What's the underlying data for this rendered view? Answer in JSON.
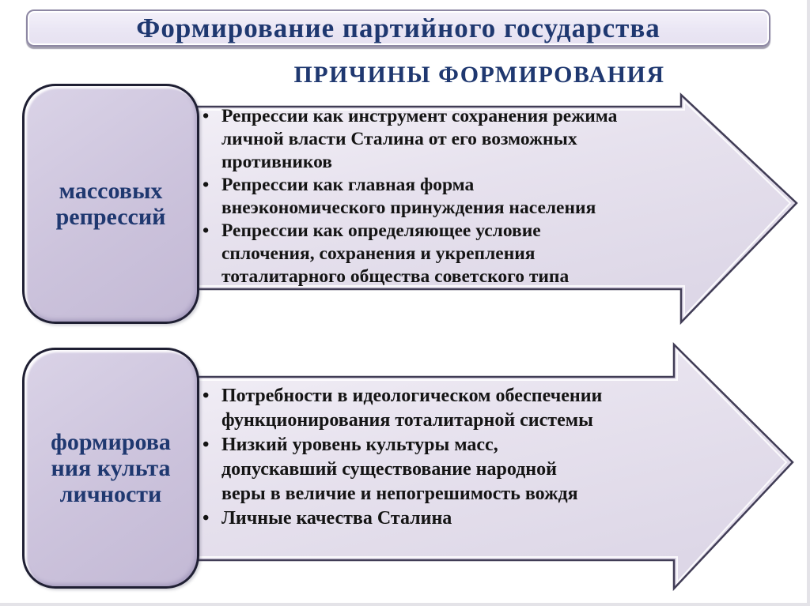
{
  "slide": {
    "title": "Формирование партийного государства",
    "section_heading": "ПРИЧИНЫ ФОРМИРОВАНИЯ"
  },
  "colors": {
    "navy_text": "#1f3870",
    "body_text": "#141414",
    "box_fill": "#ccc3dc",
    "arrow_fill": "#e6e1ed",
    "title_bar_fill": "#eae6f4",
    "outline_dark": "#403c55",
    "background": "#ffffff"
  },
  "rows": [
    {
      "label_lines": [
        "массовых",
        "репрессий"
      ],
      "bullets": [
        {
          "lines": [
            "Репрессии как инструмент сохранения режима",
            "личной власти Сталина от его возможных",
            "противников"
          ]
        },
        {
          "lines": [
            "Репрессии как главная форма",
            "внеэкономического принуждения населения"
          ]
        },
        {
          "lines": [
            "Репрессии как определяющее условие",
            "сплочения, сохранения и укрепления",
            "тоталитарного общества советского типа"
          ]
        }
      ]
    },
    {
      "label_lines": [
        "формирова",
        "ния культа",
        "личности"
      ],
      "bullets": [
        {
          "lines": [
            "Потребности в идеологическом обеспечении",
            "функционирования тоталитарной системы"
          ]
        },
        {
          "lines": [
            "Низкий уровень культуры масс,",
            "допускавший существование народной",
            "веры в величие и непогрешимость вождя"
          ]
        },
        {
          "lines": [
            "Личные качества Сталина"
          ]
        }
      ]
    }
  ]
}
